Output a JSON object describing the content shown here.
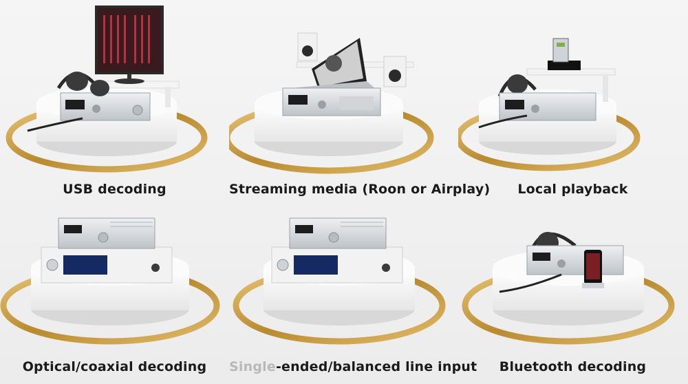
{
  "scenes": [
    {
      "label": "USB decoding",
      "icon": "monitor-headphones"
    },
    {
      "label": "Streaming media (Roon or Airplay)",
      "icon": "laptop-speakers"
    },
    {
      "label": "Local playback",
      "icon": "drive-dock-headphones"
    },
    {
      "label": "Optical/coaxial decoding",
      "icon": "stacked-units"
    },
    {
      "label_faded": "Single",
      "label_rest": "-ended/balanced line input",
      "icon": "stacked-units"
    },
    {
      "label": "Bluetooth decoding",
      "icon": "phone-headphones"
    }
  ],
  "colors": {
    "ring": "#c9a24a",
    "pedestal": "#ffffff",
    "device": "#d9dcdf"
  }
}
